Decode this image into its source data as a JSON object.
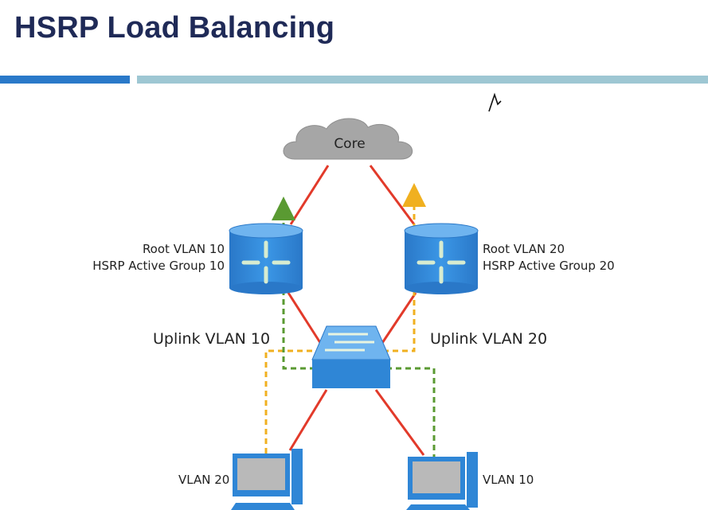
{
  "title": "HSRP Load Balancing",
  "colors": {
    "title": "#1f2a57",
    "accent_bar_left": "#2a79c9",
    "accent_bar_right": "#9ec7d3",
    "link": "#e23a2a",
    "path_vlan10": "#5a9a32",
    "path_vlan20": "#f0b020",
    "device_blue": "#2f86d6",
    "cloud": "#a6a6a6"
  },
  "diagram": {
    "core_label": "Core",
    "left_router": {
      "line1": "Root VLAN 10",
      "line2": "HSRP Active Group 10"
    },
    "right_router": {
      "line1": "Root VLAN 20",
      "line2": "HSRP Active Group 20"
    },
    "uplink_left": "Uplink VLAN 10",
    "uplink_right": "Uplink VLAN 20",
    "pc_left_label": "VLAN 20",
    "pc_right_label": "VLAN 10"
  },
  "icons": [
    "cloud-icon",
    "multilayer-switch-icon",
    "access-switch-icon",
    "workstation-icon",
    "cursor-mark-icon"
  ]
}
